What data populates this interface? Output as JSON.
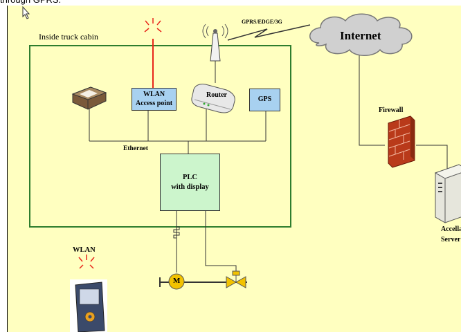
{
  "caption": "through GPRS.",
  "labels": {
    "cabin": "Inside truck cabin",
    "wlan_ap_line1": "WLAN",
    "wlan_ap_line2": "Access point",
    "router": "Router",
    "gps": "GPS",
    "ethernet": "Ethernet",
    "plc_line1": "PLC",
    "plc_line2": "with display",
    "gprs": "GPRS/EDGE/3G",
    "internet": "Internet",
    "firewall": "Firewall",
    "server_line1": "Accella",
    "server_line2": "Server",
    "wlan": "WLAN",
    "motor": "M"
  },
  "colors": {
    "background": "#ffffc0",
    "cabin_border": "#2e7d2e",
    "wlan_ap_fill": "#a8d1f0",
    "plc_fill": "#ccf5cc",
    "antenna_line": "#e8261a",
    "motor_fill": "#f2c200"
  },
  "icons": [
    "printer-icon",
    "router-icon",
    "antenna-icon",
    "cloud-icon",
    "firewall-icon",
    "server-icon",
    "handheld-device-icon",
    "motor-icon",
    "valve-icon",
    "mouse-cursor-icon"
  ]
}
